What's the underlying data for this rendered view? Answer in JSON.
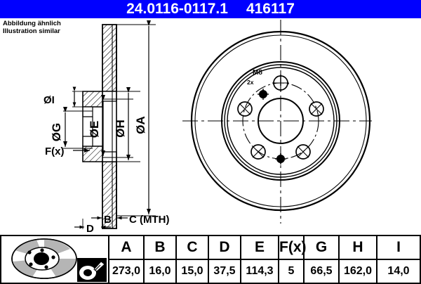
{
  "header": {
    "part_number": "24.0116-0117.1",
    "article_number": "416117",
    "bar_color": "#0000ff",
    "text_color": "#ffffff"
  },
  "caption": {
    "line_de": "Abbildung ähnlich",
    "line_en": "Illustration similar"
  },
  "drawing": {
    "section_labels": {
      "diameter_i": "ØI",
      "diameter_g": "ØG",
      "diameter_e": "ØE",
      "diameter_h": "ØH",
      "diameter_a": "ØA",
      "force_x": "F(x)",
      "thickness_b": "B",
      "min_thickness_c": "C (MTH)",
      "offset_d": "D"
    },
    "front_view": {
      "thread_label": "M8",
      "thread_count": "2x",
      "bolt_holes": 5
    }
  },
  "table": {
    "headers": [
      "A",
      "B",
      "C",
      "D",
      "E",
      "F(x)",
      "G",
      "H",
      "I"
    ],
    "values": [
      "273,0",
      "16,0",
      "15,0",
      "37,5",
      "114,3",
      "5",
      "66,5",
      "162,0",
      "14,0"
    ],
    "icons": {
      "disc": "brake-disc-icon",
      "coating": "coating-spray-icon"
    }
  }
}
